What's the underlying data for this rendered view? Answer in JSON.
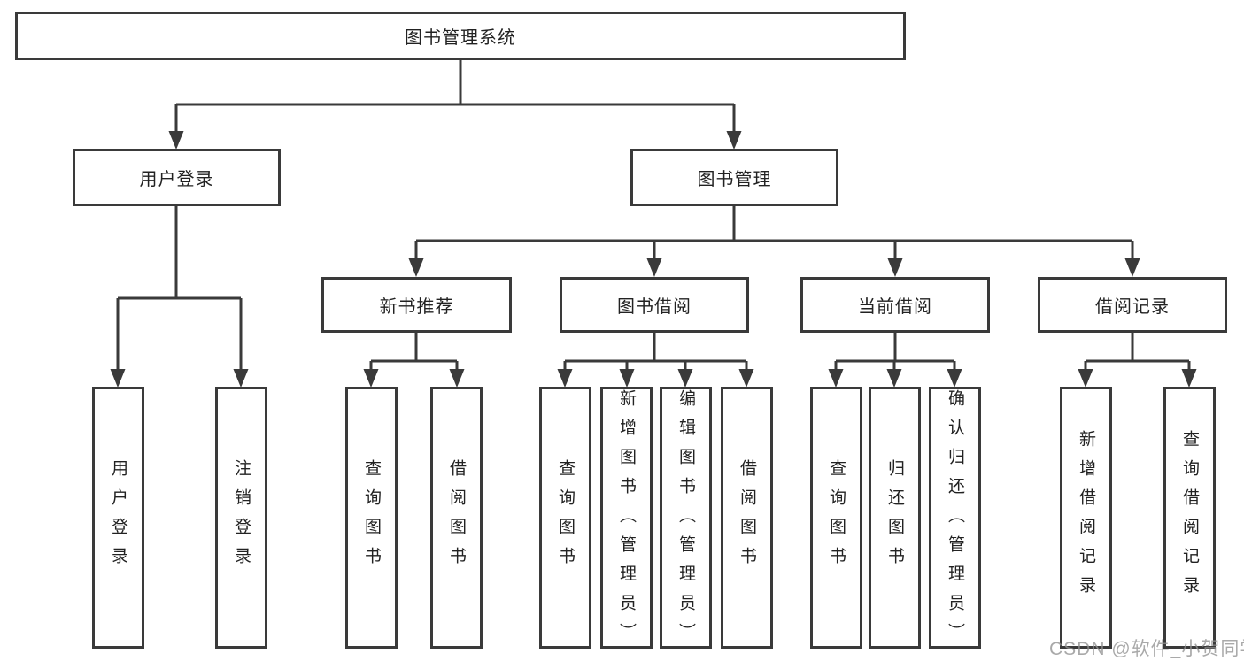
{
  "colors": {
    "line": "#3a3a3a",
    "box_background": "#ffffff",
    "text": "#222222",
    "watermark": "#919191"
  },
  "watermark": {
    "text": "CSDN @软件_小贺同学"
  },
  "tree": {
    "root": {
      "label": "图书管理系统"
    },
    "branches": [
      {
        "label": "用户登录",
        "children": [
          {
            "label": "用户登录"
          },
          {
            "label": "注销登录"
          }
        ]
      },
      {
        "label": "图书管理",
        "children": [
          {
            "label": "新书推荐",
            "children": [
              {
                "label": "查询图书"
              },
              {
                "label": "借阅图书"
              }
            ]
          },
          {
            "label": "图书借阅",
            "children": [
              {
                "label": "查询图书"
              },
              {
                "label": "新增图书（管理员）"
              },
              {
                "label": "编辑图书（管理员）"
              },
              {
                "label": "借阅图书"
              }
            ]
          },
          {
            "label": "当前借阅",
            "children": [
              {
                "label": "查询图书"
              },
              {
                "label": "归还图书"
              },
              {
                "label": "确认归还（管理员）"
              }
            ]
          },
          {
            "label": "借阅记录",
            "children": [
              {
                "label": "新增借阅记录"
              },
              {
                "label": "查询借阅记录"
              }
            ]
          }
        ]
      }
    ]
  }
}
